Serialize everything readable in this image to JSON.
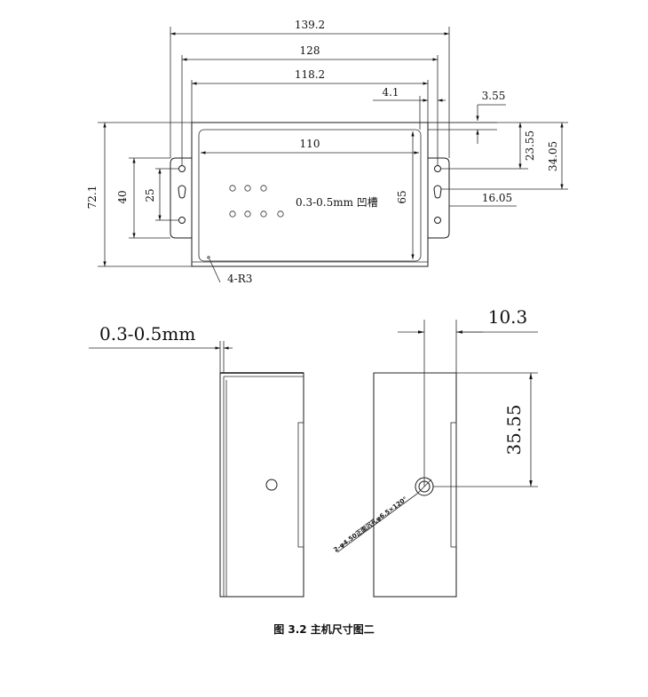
{
  "top_view": {
    "dim_overall_width": "139.2",
    "dim_hole_spacing": "128",
    "dim_body_width": "118.2",
    "dim_inner_width": "110",
    "dim_flange_offset": "4.1",
    "dim_hole_top_offset": "3.55",
    "dim_hole_to_slot": "23.55",
    "dim_hole_to_hole": "34.05",
    "dim_flange_hole_edge": "16.05",
    "dim_total_height": "72.1",
    "dim_flange_height": "40",
    "dim_hole_pitch": "25",
    "dim_inner_height": "65",
    "groove_label": "0.3-0.5mm 凹槽",
    "corner_radius_label": "4-R3"
  },
  "side_view": {
    "groove_depth_label": "0.3-0.5mm"
  },
  "end_view": {
    "dim_hole_offset": "10.3",
    "dim_hole_height": "35.55",
    "hole_note": "2-φ4.50正面沉孔φ6.5×120°"
  },
  "caption": "图 3.2   主机尺寸图二"
}
